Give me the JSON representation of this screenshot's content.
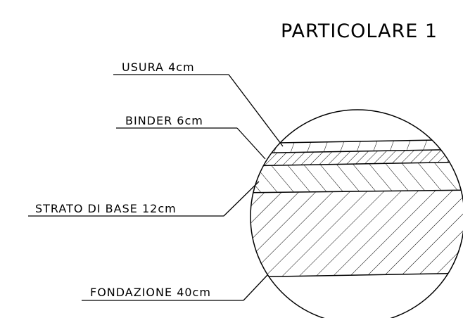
{
  "title": "PARTICOLARE 1",
  "layers": [
    {
      "id": "usura",
      "label": "USURA 4cm"
    },
    {
      "id": "binder",
      "label": "BINDER 6cm"
    },
    {
      "id": "base",
      "label": "STRATO DI BASE 12cm"
    },
    {
      "id": "fondazione",
      "label": "FONDAZIONE 40cm"
    }
  ],
  "colors": {
    "line": "#000000",
    "background": "#ffffff"
  }
}
